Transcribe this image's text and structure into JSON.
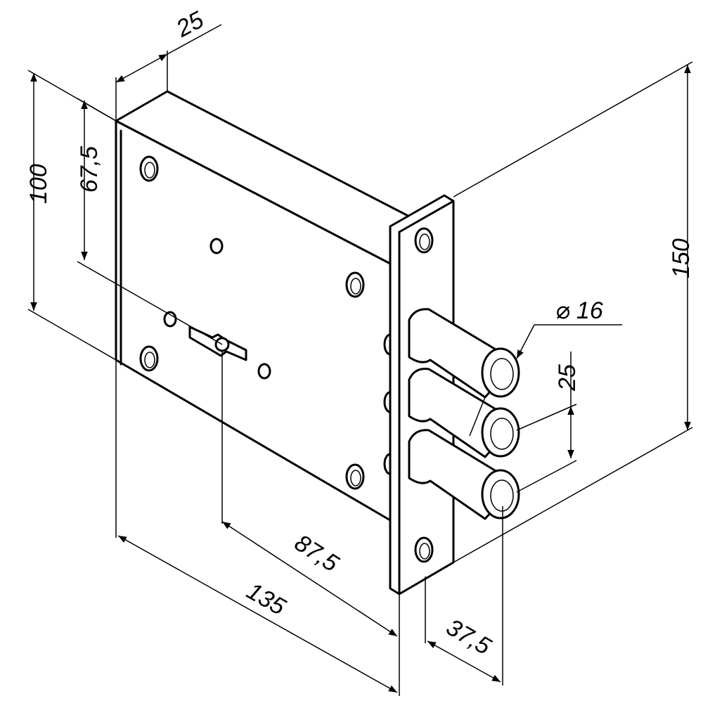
{
  "dimensions": {
    "depth_top": "25",
    "height_total": "100",
    "height_key": "67,5",
    "faceplate_height": "150",
    "bolt_diameter": "⌀ 16",
    "bolt_spacing": "25",
    "key_offset": "87,5",
    "body_width": "135",
    "faceplate_offset": "37,5"
  },
  "colors": {
    "line": "#000000",
    "background": "#ffffff"
  }
}
